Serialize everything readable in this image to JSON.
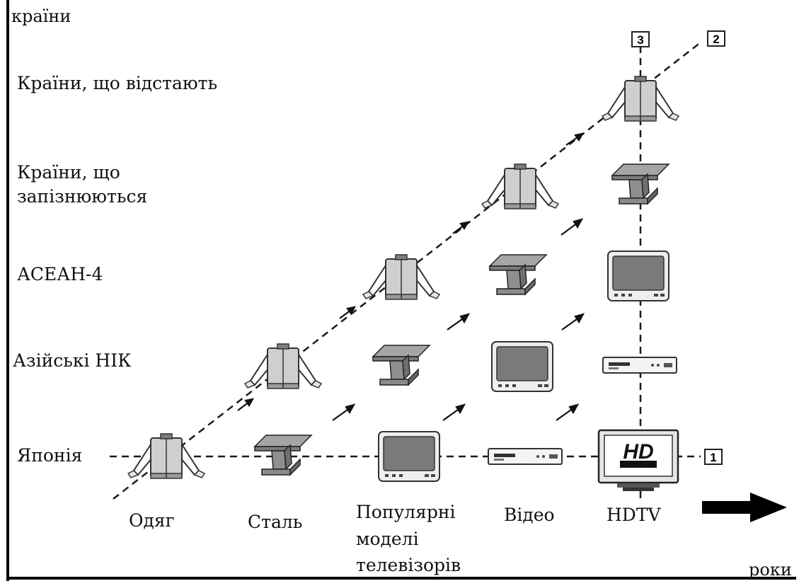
{
  "axis": {
    "y_label": "країни",
    "x_label": "роки"
  },
  "rows": [
    "Країни, що відстають",
    "Країни, що запізнюються",
    "АСЕАН-4",
    "Азійські НІК",
    "Японія"
  ],
  "rows_display": {
    "lagging": "Країни, що відстають",
    "late_line1": "Країни, що",
    "late_line2": "запізнюються",
    "asean": "АСЕАН-4",
    "nics": "Азійські НІК",
    "japan": "Японія"
  },
  "products": {
    "clothing": "Одяг",
    "steel": "Сталь",
    "tv_line1": "Популярні",
    "tv_line2": "моделі",
    "tv_line3": "телевізорів",
    "video": "Відео",
    "hdtv": "HDTV"
  },
  "markers": {
    "m1": "1",
    "m2": "2",
    "m3": "3"
  },
  "hdtv_logo": "HD",
  "icons": [
    "jacket-icon",
    "steel-beam-icon",
    "tv-icon",
    "video-recorder-icon",
    "hdtv-icon",
    "arrow-icon"
  ],
  "colors": {
    "line": "#1a1a1a",
    "jacket_body": "#c8c8c8",
    "steel": "#8c8c8c",
    "tv_screen": "#7a7a7a"
  }
}
